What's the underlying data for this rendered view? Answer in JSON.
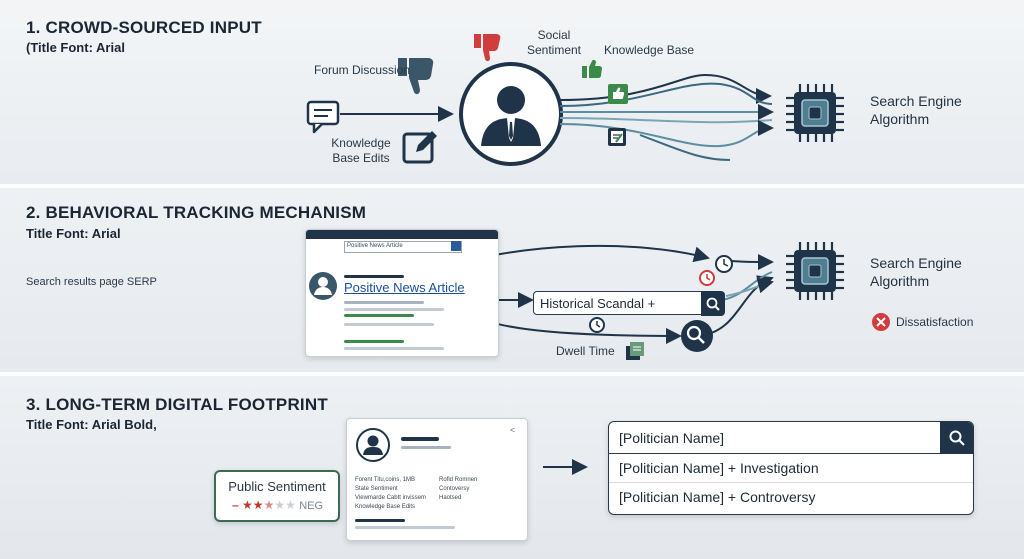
{
  "section1": {
    "title": "1. CROWD-SOURCED INPUT",
    "subtitle": "(Title Font: Arial",
    "labels": {
      "forum": "Forum Discussion",
      "social": "Social Sentiment",
      "kb": "Knowledge Base",
      "kb_edits": "Knowledge Base Edits",
      "engine": "Search Engine Algorithm"
    }
  },
  "section2": {
    "title": "2. BEHAVIORAL TRACKING MECHANISM",
    "subtitle": "Title Font: Arial",
    "serp_label": "Search results page  SERP",
    "browser_query": "Positive News Article",
    "result_link": "Positive News Article",
    "search_query": "Historical Scandal +",
    "dwell": "Dwell Time",
    "engine": "Search Engine Algorithm",
    "dissatisfaction": "Dissatisfaction"
  },
  "section3": {
    "title": "3. LONG-TERM DIGITAL FOOTPRINT",
    "subtitle": "Title Font: Arial Bold,",
    "public_sentiment": "Public Sentiment",
    "rating_label": "NEG",
    "rating": 2.5,
    "rating_max": 5,
    "profile_items": [
      "Forent Titu,coins, 1MB",
      "State Sentiment",
      "Viewmarde Cabtt invissem",
      "Knowledge Base Edits"
    ],
    "profile_items_right": [
      "Rofld Romnen",
      "Contoversy",
      "Haotsed"
    ],
    "search_main": "[Politician Name]",
    "suggestions": [
      "[Politician Name] + Investigation",
      "[Politician Name] + Controversy"
    ]
  },
  "colors": {
    "navy": "#1f3448",
    "red": "#d13c3c",
    "green": "#3b8a4a",
    "blue_link": "#1a4f9c",
    "teal": "#5b8ea0"
  }
}
